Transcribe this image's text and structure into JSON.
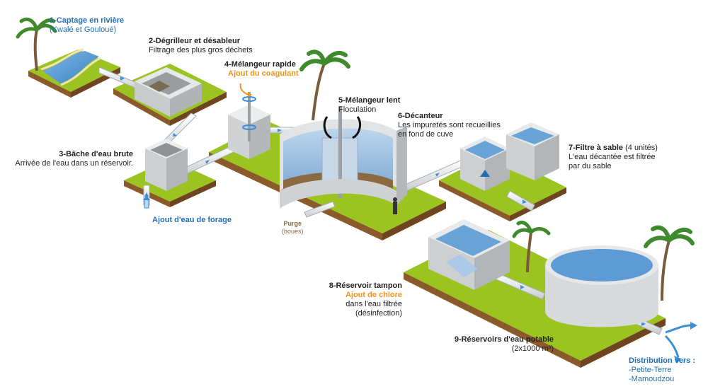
{
  "colors": {
    "grass": "#9cc420",
    "soil": "#8a5a2a",
    "concrete": "#d9dadb",
    "water": "#5b9fd6",
    "accent_orange": "#f0941e",
    "accent_blue": "#1f6fb5",
    "sludge": "#8b6a3f"
  },
  "labels": {
    "s1": {
      "number": "1-",
      "title": "Captage en rivière",
      "sub": "(Kwalé et Gouloué)"
    },
    "s2": {
      "number": "2-",
      "title": "Dégrilleur et désableur",
      "sub": "Filtrage des plus gros déchets"
    },
    "s3": {
      "number": "3-",
      "title": "Bâche d'eau brute",
      "sub": "Arrivée de l'eau dans un réservoir."
    },
    "s4": {
      "number": "4-",
      "title": "Mélangeur rapide",
      "note": "Ajout du coagulant"
    },
    "s5": {
      "number": "5-",
      "title": "Mélangeur lent",
      "sub": "Floculation"
    },
    "s6": {
      "number": "6-",
      "title": "Décanteur",
      "sub1": "Les impuretés sont recueillies",
      "sub2": "en fond de cuve"
    },
    "s7": {
      "number": "7-",
      "title": "Filtre à sable",
      "extra": " (4 unités)",
      "sub1": "L'eau décantée est filtrée",
      "sub2": "par du sable"
    },
    "s8": {
      "number": "8-",
      "title": "Réservoir tampon",
      "note": "Ajout de chlore",
      "sub1": "dans l'eau filtrée",
      "sub2": "(désinfection)"
    },
    "s9": {
      "number": "9-",
      "title": "Réservoirs d'eau potable",
      "sub": "(2x1000 m³)"
    },
    "forage": "Ajout d'eau de forage",
    "purge": {
      "title": "Purge",
      "sub": "(boues)"
    },
    "distribution": {
      "title": "Distribution vers :",
      "item1": "-Petite-Terre",
      "item2": "-Mamoudzou"
    }
  }
}
